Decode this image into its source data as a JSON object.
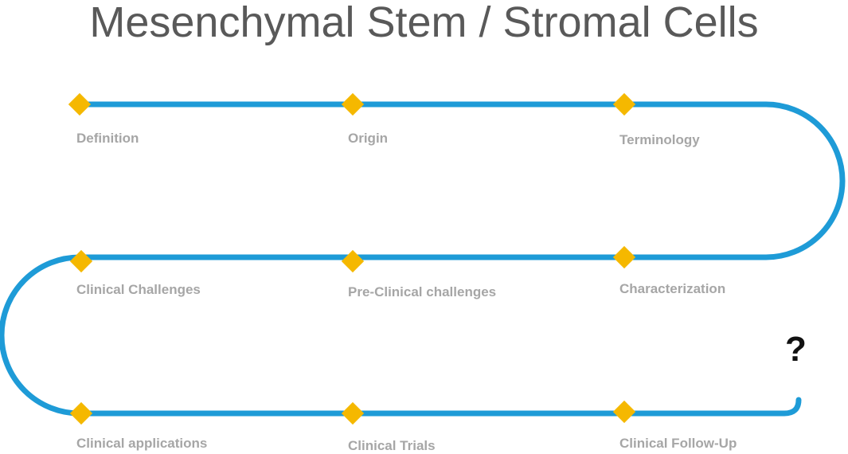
{
  "title": "Mesenchymal Stem / Stromal Cells",
  "colors": {
    "path": "#1e9bd7",
    "milestone": "#f5b800",
    "label": "#a6a6a6",
    "title": "#595959"
  },
  "milestones": [
    {
      "id": "definition",
      "label": "Definition"
    },
    {
      "id": "origin",
      "label": "Origin"
    },
    {
      "id": "terminology",
      "label": "Terminology"
    },
    {
      "id": "characterization",
      "label": "Characterization"
    },
    {
      "id": "pre-clinical-challenges",
      "label": "Pre-Clinical challenges"
    },
    {
      "id": "clinical-challenges",
      "label": "Clinical Challenges"
    },
    {
      "id": "clinical-applications",
      "label": "Clinical applications"
    },
    {
      "id": "clinical-trials",
      "label": "Clinical Trials"
    },
    {
      "id": "clinical-follow-up",
      "label": "Clinical Follow-Up"
    }
  ],
  "end_marker": "?"
}
